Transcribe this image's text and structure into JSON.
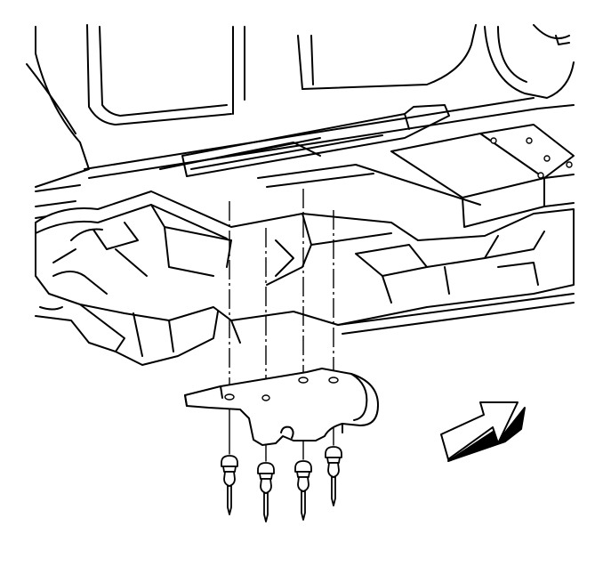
{
  "figure": {
    "colors": {
      "line": "#000000",
      "background": "#ffffff"
    },
    "elements": {
      "vehicle_underbody": "underbody-frame-structure",
      "reinforcement": "reinforcement-bracket",
      "fasteners": "blind-rivet",
      "fastener_count": 4,
      "direction_indicator": "forward-arrow-icon"
    }
  }
}
